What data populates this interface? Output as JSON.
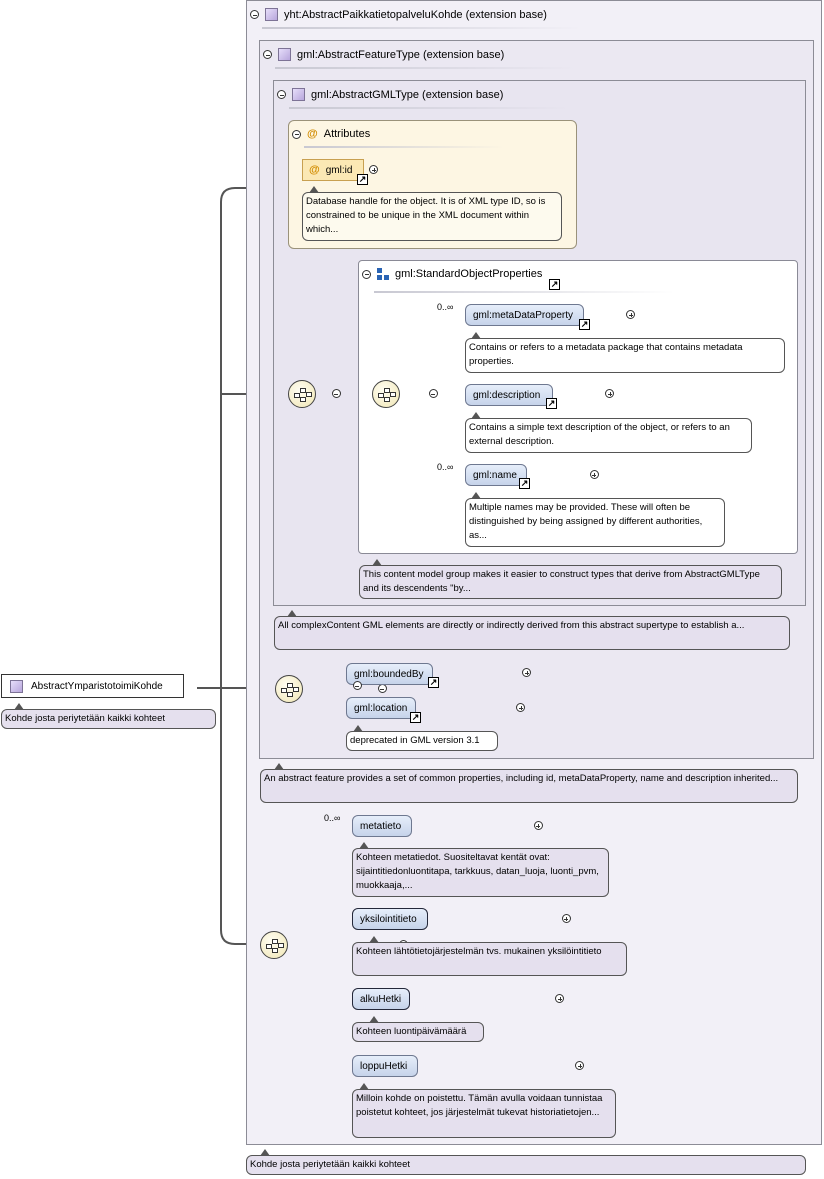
{
  "root": {
    "label": "AbstractYmparistotoimiKohde",
    "doc": "Kohde josta periytetään kaikki kohteet"
  },
  "outer": {
    "title": "yht:AbstractPaikkatietopalveluKohde (extension base)",
    "doc": "Kohde josta periytetään kaikki kohteet"
  },
  "feature": {
    "title": "gml:AbstractFeatureType (extension base)",
    "doc": "An abstract feature provides a set of common properties, including id, metaDataProperty, name and description inherited..."
  },
  "gmltype": {
    "title": "gml:AbstractGMLType (extension base)",
    "doc": "All complexContent GML elements are directly or indirectly derived from this abstract supertype to establish a..."
  },
  "attributes": {
    "title": "Attributes",
    "id_label": "gml:id",
    "id_doc": "Database handle for the object. It is of XML type ID, so is constrained to be unique in the XML document within which..."
  },
  "sop": {
    "title": "gml:StandardObjectProperties",
    "doc": "This content model group makes it easier to construct types that derive from AbstractGMLType and its descendents \"by...",
    "items": [
      {
        "label": "gml:metaDataProperty",
        "card": "0..∞",
        "doc": "Contains or refers to a metadata package that contains metadata properties."
      },
      {
        "label": "gml:description",
        "card": "",
        "doc": "Contains a simple text description of the object, or refers to an external description."
      },
      {
        "label": "gml:name",
        "card": "0..∞",
        "doc": "Multiple names may be provided. These will often be distinguished by being assigned by different authorities, as..."
      }
    ]
  },
  "feature_seq": {
    "items": [
      {
        "label": "gml:boundedBy"
      },
      {
        "label": "gml:location"
      }
    ],
    "location_doc": "deprecated in GML version 3.1"
  },
  "own_seq": {
    "items": [
      {
        "label": "metatieto",
        "card": "0..∞",
        "doc": "Kohteen metatiedot. Suositeltavat kentät ovat: sijaintitiedonluontitapa, tarkkuus, datan_luoja, luonti_pvm, muokkaaja,..."
      },
      {
        "label": "yksilointitieto",
        "card": "",
        "doc": "Kohteen lähtötietojärjestelmän tvs. mukainen yksilöintitieto"
      },
      {
        "label": "alkuHetki",
        "card": "",
        "doc": "Kohteen luontipäivämäärä"
      },
      {
        "label": "loppuHetki",
        "card": "",
        "doc": "Milloin kohde on poistettu. Tämän avulla voidaan tunnistaa poistetut kohteet, jos järjestelmät tukevat historiatietojen..."
      }
    ]
  },
  "icons": {
    "collapse": "collapse-icon",
    "expand": "expand-icon",
    "complex_type": "complex-type-icon",
    "attribute": "attribute-icon",
    "group": "group-icon",
    "sequence": "sequence-compositor-icon",
    "link": "link-arrow-icon"
  },
  "colors": {
    "container_bg": "#f2f0f7",
    "element_fill": "#d6e0f2",
    "annotation_bg": "#e5e0ee",
    "attributes_bg": "#fdf6e3",
    "compositor_fill": "#f7f0cc"
  }
}
